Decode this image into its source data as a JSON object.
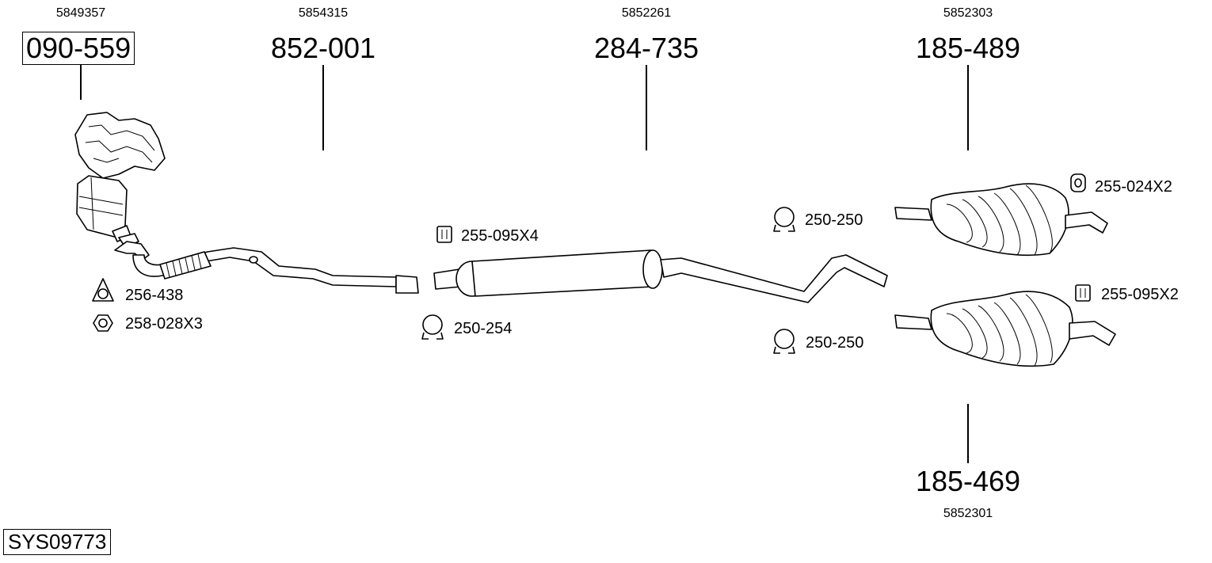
{
  "parts": [
    {
      "oem": "5849357",
      "number": "090-559"
    },
    {
      "oem": "5854315",
      "number": "852-001"
    },
    {
      "oem": "5852261",
      "number": "284-735"
    },
    {
      "oem": "5852303",
      "number": "185-489"
    },
    {
      "oem": "5852301",
      "number": "185-469"
    }
  ],
  "accessories": [
    {
      "label": "256-438",
      "icon": "gasket-icon"
    },
    {
      "label": "258-028X3",
      "icon": "nut-icon"
    },
    {
      "label": "255-095X4",
      "icon": "rubber-mount-icon"
    },
    {
      "label": "250-254",
      "icon": "clamp-icon"
    },
    {
      "label": "250-250",
      "icon": "clamp-icon"
    },
    {
      "label": "250-250",
      "icon": "clamp-icon"
    },
    {
      "label": "255-024X2",
      "icon": "rubber-ring-icon"
    },
    {
      "label": "255-095X2",
      "icon": "rubber-mount-icon"
    }
  ],
  "system_code": "SYS09773"
}
